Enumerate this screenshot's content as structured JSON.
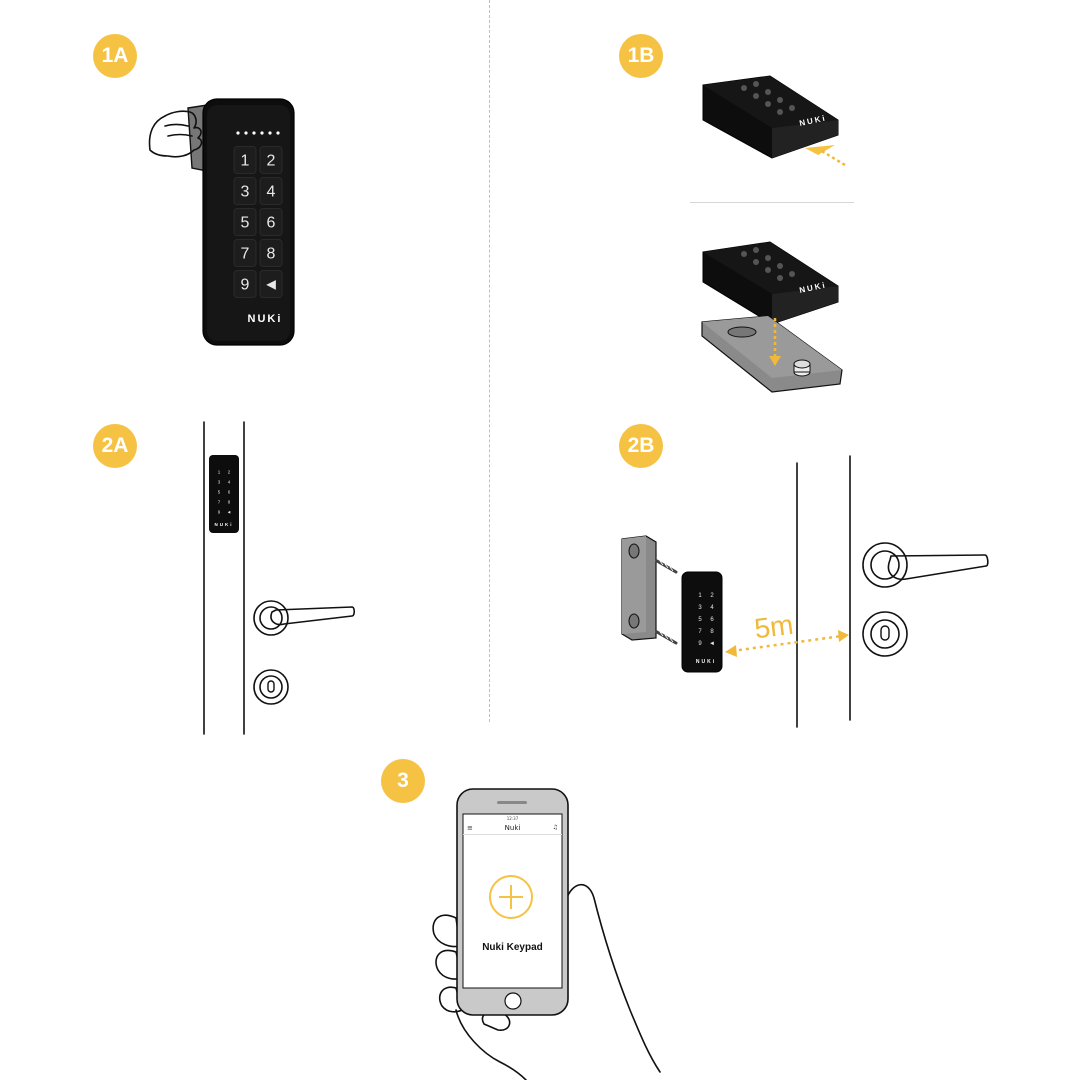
{
  "steps": {
    "s1a": "1A",
    "s1b": "1B",
    "s2a": "2A",
    "s2b": "2B",
    "s3": "3"
  },
  "keypad": {
    "brand": "NUKi",
    "keys": [
      "1",
      "2",
      "3",
      "4",
      "5",
      "6",
      "7",
      "8",
      "9",
      "◄"
    ]
  },
  "distance_label": "5m",
  "phone": {
    "time": "12:37",
    "app_title": "Nuki",
    "device_label": "Nuki Keypad"
  },
  "colors": {
    "accent": "#f5c243",
    "device": "#111111",
    "dashed_arrow": "#f0b93a"
  }
}
